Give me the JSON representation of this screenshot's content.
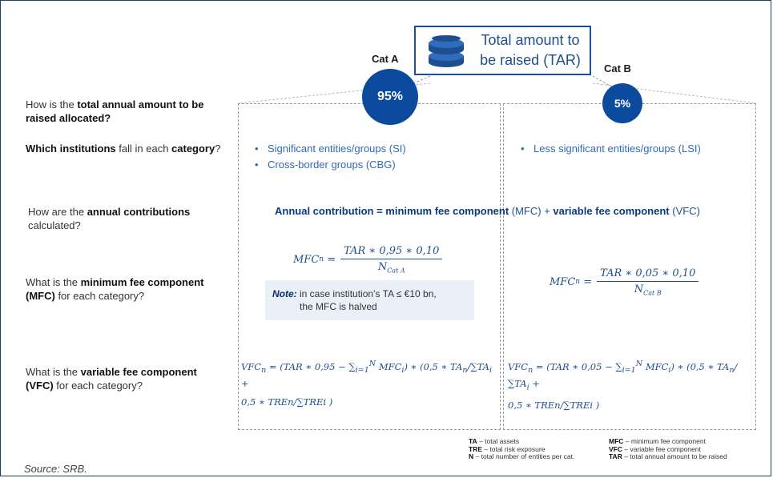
{
  "tar": {
    "line1": "Total amount to",
    "line2": "be raised (TAR)"
  },
  "categories": {
    "a": {
      "label": "Cat A",
      "percent": "95%"
    },
    "b": {
      "label": "Cat B",
      "percent": "5%"
    }
  },
  "questions": {
    "q1": {
      "pre": "How is the ",
      "bold": "total annual amount to be raised allocated?",
      "post": ""
    },
    "q2": {
      "pre": "",
      "bold": "Which institutions",
      "post": " fall in each ",
      "bold2": "category",
      "post2": "?"
    },
    "q3": {
      "pre": "How are the ",
      "bold": "annual contributions",
      "post": " calculated?"
    },
    "q4": {
      "pre": "What is the ",
      "bold": "minimum fee component (MFC)",
      "post": " for each category?"
    },
    "q5": {
      "pre": "What is the ",
      "bold": "variable fee component (VFC)",
      "post": " for each category?"
    }
  },
  "cat_a_bullets": [
    "Significant entities/groups (SI)",
    "Cross-border groups (CBG)"
  ],
  "cat_b_bullets": [
    "Less significant entities/groups (LSI)"
  ],
  "annual": {
    "bold1": "Annual contribution = minimum fee component",
    "plain1": " (MFC) + ",
    "bold2": "variable fee component",
    "plain2": " (VFC)"
  },
  "mfc_a": {
    "lhs": "MFC",
    "sub": "n",
    "num": "TAR ∗ 0,95 ∗ 0,10",
    "den": "N",
    "den_sub": "Cat A"
  },
  "mfc_b": {
    "lhs": "MFC",
    "sub": "n",
    "num": "TAR ∗ 0,05 ∗ 0,10",
    "den": "N",
    "den_sub": "Cat B"
  },
  "note": {
    "label": "Note:",
    "line1": " in case institution’s TA  ≤ €10 bn,",
    "line2": "the MFC is halved"
  },
  "vfc_a": {
    "line1": "VFC<sub>n</sub> = (TAR ∗ 0,95 − ∑<sub>i=1</sub><sup>N</sup> MFC<sub>i</sub>) ∗ (0,5 ∗ TA<sub>n</sub>/∑TA<sub>i</sub> +",
    "line2": "0,5 ∗ TREn/∑TREi )"
  },
  "vfc_b": {
    "line1": "VFC<sub>n</sub> = (TAR ∗ 0,05 − ∑<sub>i=1</sub><sup>N</sup> MFC<sub>i</sub>) ∗ (0,5 ∗ TA<sub>n</sub>/∑TA<sub>i</sub> +",
    "line2": "0,5 ∗ TREn/∑TREi )"
  },
  "legend_left": [
    {
      "abbr": "TA",
      "text": " – total assets"
    },
    {
      "abbr": "TRE",
      "text": " – total risk exposure"
    },
    {
      "abbr": "N",
      "text": " – total number of entities per cat."
    }
  ],
  "legend_right": [
    {
      "abbr": "MFC",
      "text": " – minimum fee component"
    },
    {
      "abbr": "VFC",
      "text": " – variable fee component"
    },
    {
      "abbr": "TAR",
      "text": " – total annual amount to be raised"
    }
  ],
  "source": "Source: SRB."
}
